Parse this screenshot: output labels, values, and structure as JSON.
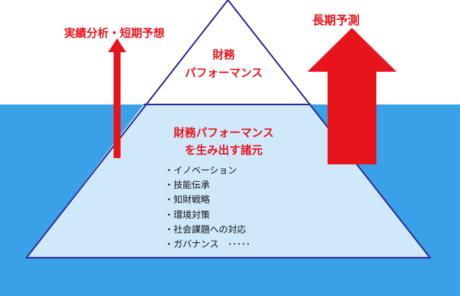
{
  "colors": {
    "sky": "#ffffff",
    "water": "#3aa0e8",
    "pyramid_top_fill": "#ffffff",
    "pyramid_base_fill": "#cfe9fb",
    "pyramid_outline": "#2a2a9a",
    "arrow_red": "#e8141c",
    "label_red": "#e8141c",
    "list_text": "#111111"
  },
  "diagram": {
    "left_arrow_label": "実績分析・短期予想",
    "right_arrow_label": "長期予測",
    "apex": {
      "line1": "財務",
      "line2": "パフォーマンス"
    },
    "base": {
      "line1": "財務パフォーマンス",
      "line2": "を生み出す諸元",
      "items": [
        "・イノベーション",
        "・技能伝承",
        "・知財戦略",
        "・環境対策",
        "・社会課題への対応",
        "・ガバナンス　･････"
      ]
    }
  }
}
